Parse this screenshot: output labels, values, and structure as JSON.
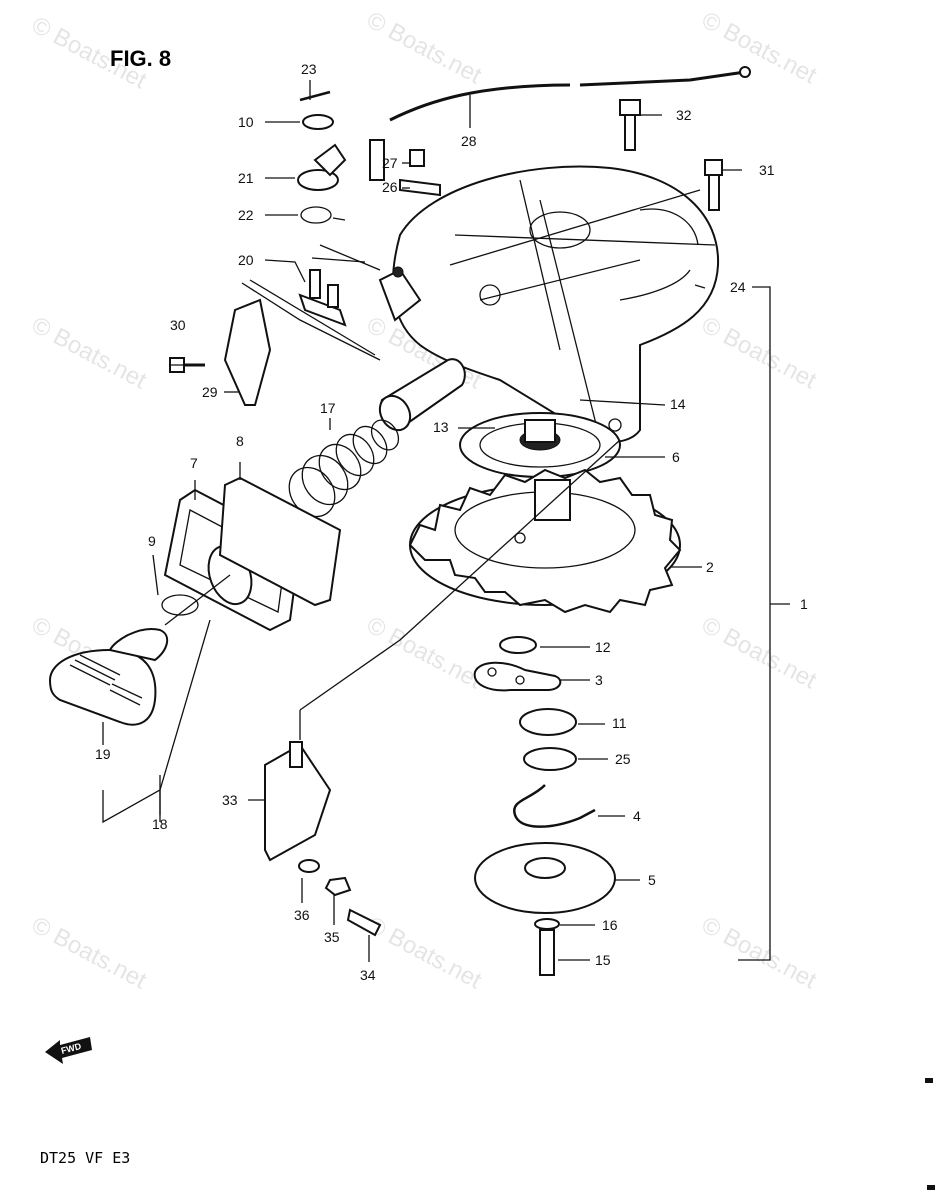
{
  "figure": {
    "title": "FIG. 8",
    "model_code": "DT25  VF  E3"
  },
  "watermark": {
    "text": "© Boats.net"
  },
  "forward_marker": {
    "text": "FWD"
  },
  "callouts": [
    "1",
    "2",
    "3",
    "4",
    "5",
    "6",
    "7",
    "8",
    "9",
    "10",
    "11",
    "12",
    "13",
    "14",
    "15",
    "16",
    "17",
    "18",
    "19",
    "20",
    "21",
    "22",
    "23",
    "24",
    "25",
    "26",
    "27",
    "28",
    "29",
    "30",
    "31",
    "32",
    "33",
    "34",
    "35",
    "36"
  ]
}
